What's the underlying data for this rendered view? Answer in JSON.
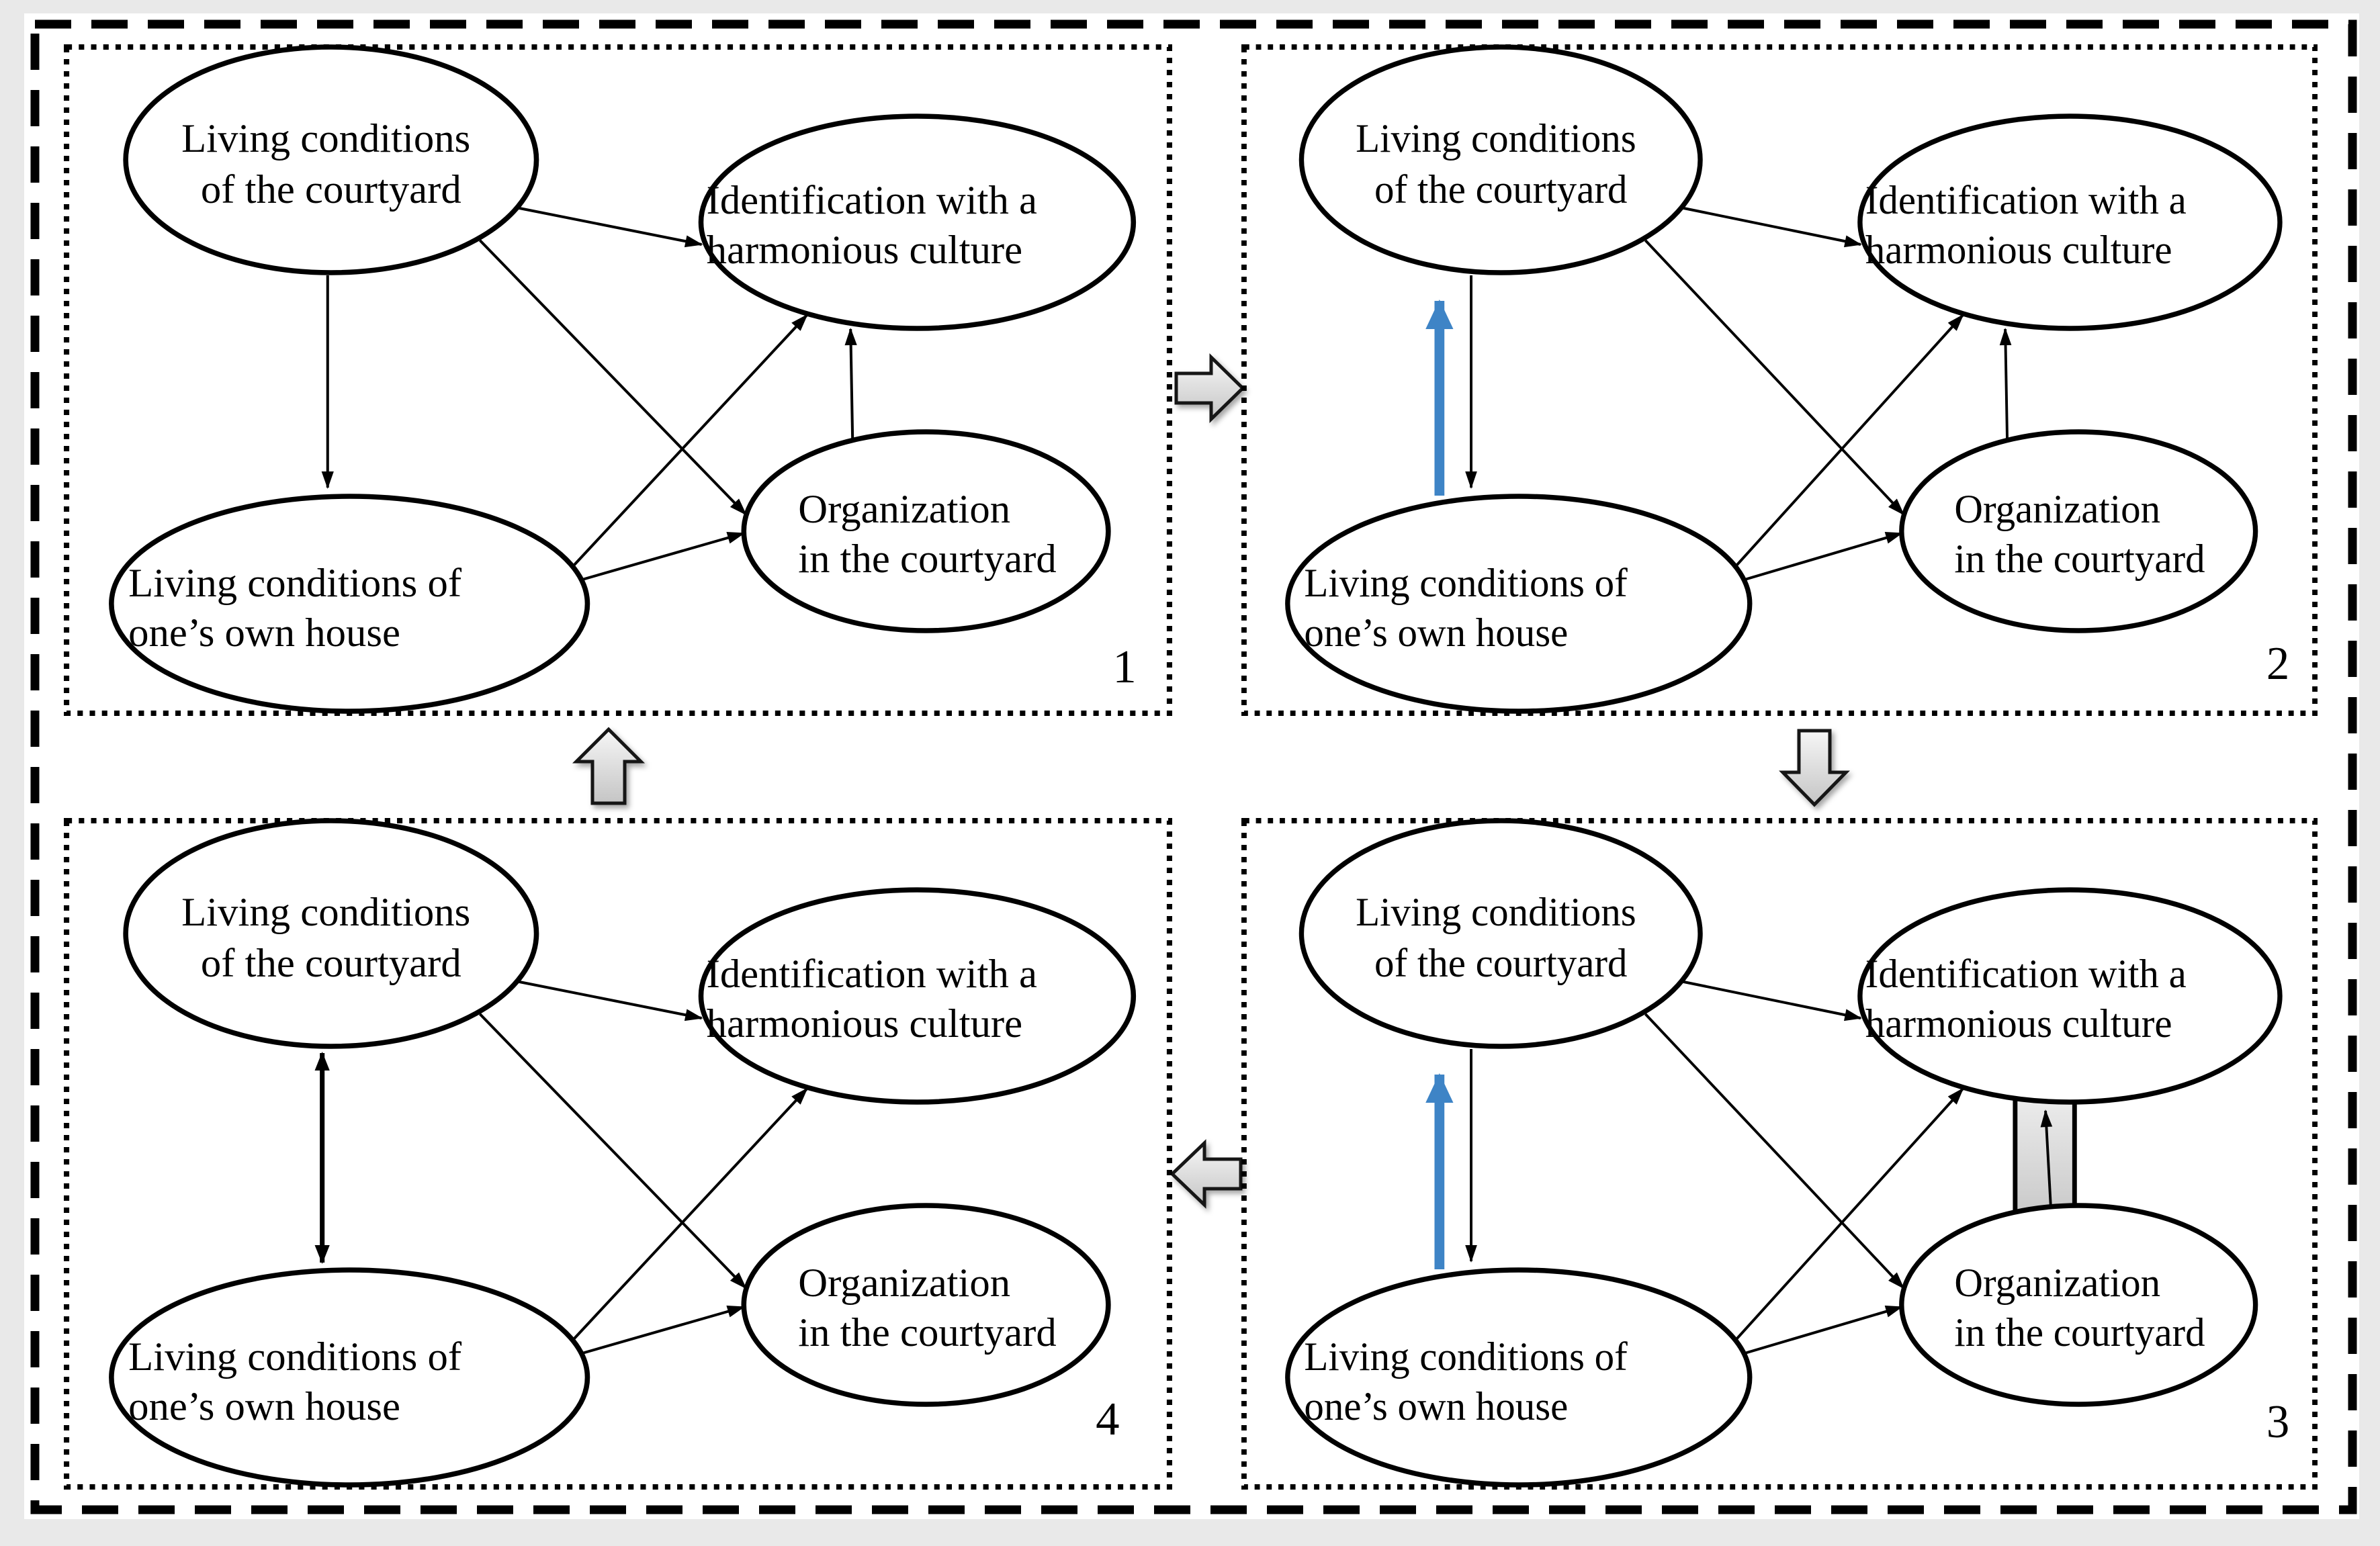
{
  "figure": {
    "nodes": {
      "courtyard": {
        "line1": "Living conditions",
        "line2": "of the courtyard"
      },
      "identification": {
        "line1": "Identification with a",
        "line2": "harmonious culture"
      },
      "own_house": {
        "line1": "Living conditions of",
        "line2": "one’s own house"
      },
      "organization": {
        "line1": "Organization",
        "line2": "in the courtyard"
      }
    },
    "panels": [
      {
        "number": "1"
      },
      {
        "number": "2"
      },
      {
        "number": "3"
      },
      {
        "number": "4"
      }
    ],
    "colors": {
      "highlight_blue": "#3e84c6",
      "block_arrow_light": "#f6f6f6",
      "block_arrow_dark": "#c5c5c5",
      "band_light": "#ebebeb",
      "band_dark": "#cbcbcb"
    }
  }
}
